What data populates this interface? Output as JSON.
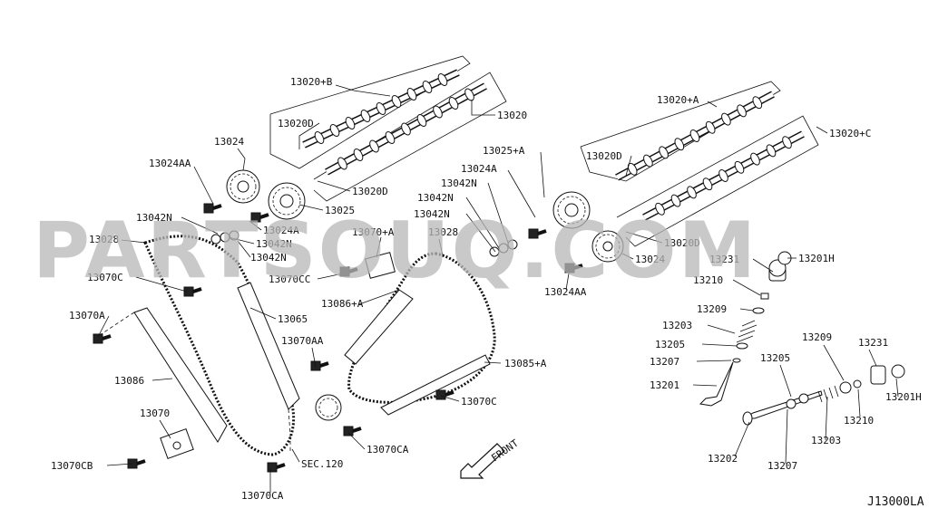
{
  "watermark": "PARTSOUQ.COM",
  "diagram_code": "J13000LA",
  "front_arrow_label": "FRONT",
  "labels": {
    "l_13020B": "13020+B",
    "l_13020": "13020",
    "l_13020D_a": "13020D",
    "l_13024_a": "13024",
    "l_13024AA_a": "13024AA",
    "l_13020D_b": "13020D",
    "l_13025": "13025",
    "l_13042N_a": "13042N",
    "l_13024A_a": "13024A",
    "l_13042N_b": "13042N",
    "l_13042N_c": "13042N",
    "l_13028_a": "13028",
    "l_13070C_a": "13070C",
    "l_13065": "13065",
    "l_13070A": "13070A",
    "l_13086": "13086",
    "l_13070": "13070",
    "l_13070CB": "13070CB",
    "l_13070CA_a": "13070CA",
    "l_SEC120": "SEC.120",
    "l_13070A_plus": "13070+A",
    "l_13070CC": "13070CC",
    "l_13086A": "13086+A",
    "l_13070AA": "13070AA",
    "l_13028_b": "13028",
    "l_13085A": "13085+A",
    "l_13070C_b": "13070C",
    "l_13070CA_b": "13070CA",
    "l_13025A": "13025+A",
    "l_13024A_b": "13024A",
    "l_13042N_d": "13042N",
    "l_13042N_e": "13042N",
    "l_13042N_f": "13042N",
    "l_13020A": "13020+A",
    "l_13020C": "13020+C",
    "l_13020D_c": "13020D",
    "l_13020D_d": "13020D",
    "l_13024_b": "13024",
    "l_13024AA_b": "13024AA",
    "l_13231_a": "13231",
    "l_13201H_a": "13201H",
    "l_13210_a": "13210",
    "l_13209_a": "13209",
    "l_13203_a": "13203",
    "l_13205_a": "13205",
    "l_13207_a": "13207",
    "l_13201": "13201",
    "l_13205_b": "13205",
    "l_13209_b": "13209",
    "l_13231_b": "13231",
    "l_13201H_b": "13201H",
    "l_13210_b": "13210",
    "l_13203_b": "13203",
    "l_13202": "13202",
    "l_13207_b": "13207"
  }
}
